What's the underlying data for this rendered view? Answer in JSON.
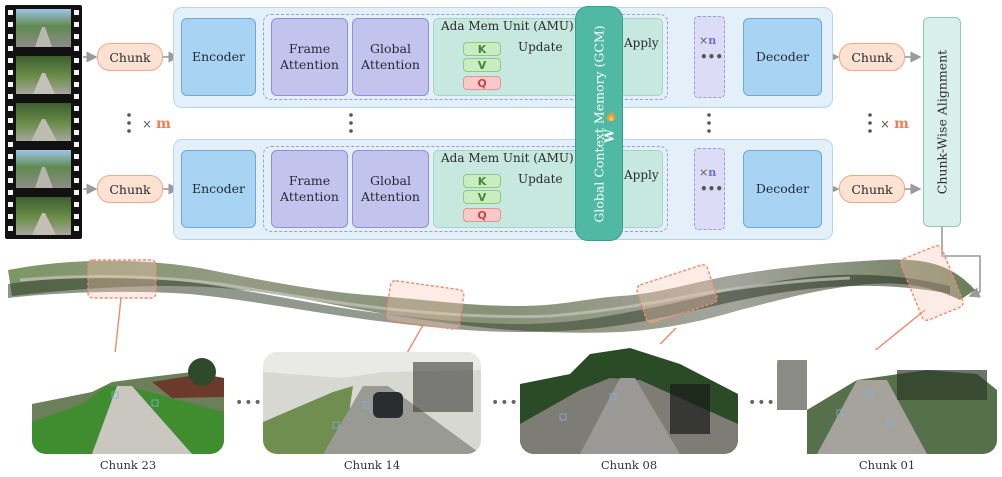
{
  "pipeline": {
    "chunk_in": "Chunk",
    "encoder": "Encoder",
    "frame_attention": "Frame Attention",
    "global_attention": "Global Attention",
    "amu_title": "Ada Mem Unit (AMU)",
    "k": "K",
    "v": "V",
    "q": "Q",
    "update": "Update",
    "apply": "Apply",
    "times_n_sym": "×",
    "times_n_var": "n",
    "decoder": "Decoder",
    "chunk_out": "Chunk",
    "times_m_sym": "×",
    "times_m_var": "m"
  },
  "gcm": {
    "label": "Global Context Memory (GCM)",
    "w": "W"
  },
  "alignment": {
    "label": "Chunk-Wise Alignment"
  },
  "captions": [
    "Chunk 23",
    "Chunk 14",
    "Chunk 08",
    "Chunk 01"
  ],
  "colors": {
    "pipeline_bg": "#e3f0fa",
    "encoder": "#a8d3f2",
    "attention": "#c3c4ee",
    "amu": "#c7e8df",
    "gcm": "#4fb9a4",
    "chunk": "#fde1d2",
    "accent": "#f07f55"
  }
}
